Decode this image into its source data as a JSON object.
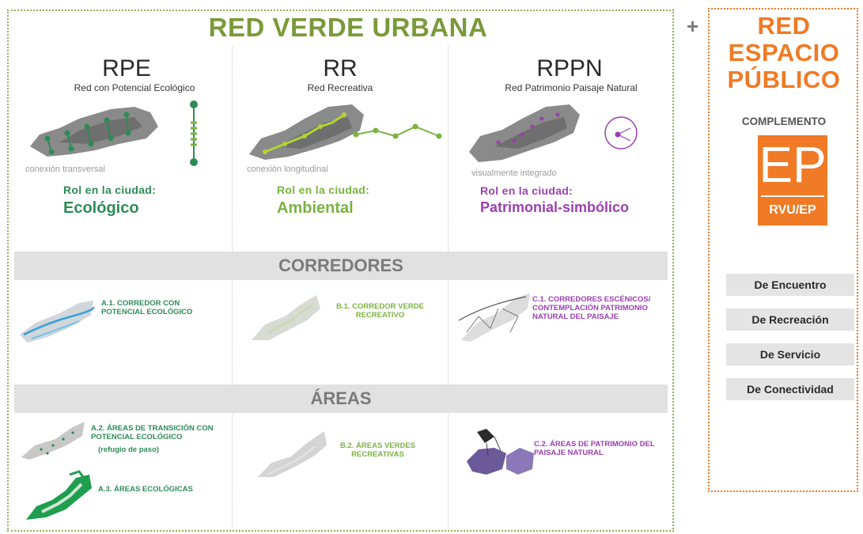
{
  "main": {
    "title": "RED VERDE URBANA",
    "plus": "+",
    "columns": [
      {
        "abbr": "RPE",
        "subtitle": "Red con Potencial Ecológico",
        "caption": "conexión transversal",
        "rol_label": "Rol en la ciudad:",
        "rol_value": "Ecológico",
        "color": "#2e8b57"
      },
      {
        "abbr": "RR",
        "subtitle": "Red Recreativa",
        "caption": "conexión longitudinal",
        "rol_label": "Rol en la ciudad:",
        "rol_value": "Ambiental",
        "color": "#7ab342"
      },
      {
        "abbr": "RPPN",
        "subtitle": "Red Patrimonio Paisaje Natural",
        "caption": "visualmente integrado",
        "rol_label": "Rol en la ciudad:",
        "rol_value": "Patrimonial-simbólico",
        "color": "#9b3fb0"
      }
    ],
    "corredores": {
      "heading": "CORREDORES",
      "items": [
        {
          "label": "a.1. CORREDOR CON POTENCIAL ECOLÓGICO"
        },
        {
          "label": "b.1. CORREDOR VERDE RECREATIVO"
        },
        {
          "label": "c.1. CORREDORES ESCÉNICOS/ CONTEMPLACIÓN PATRIMONIO NATURAL DEL PAISAJE"
        }
      ]
    },
    "areas": {
      "heading": "ÁREAS",
      "items": [
        {
          "label": "a.2. ÁREAS DE TRANSICIÓN CON POTENCIAL ECOLÓGICO",
          "note": "(refugio de paso)"
        },
        {
          "label": "b.2. ÁREAS VERDES RECREATIVAS"
        },
        {
          "label": "c.2. ÁREAS DE PATRIMONIO DEL PAISAJE NATURAL"
        },
        {
          "label": "a.3. ÁREAS ECOLÓGICAS"
        }
      ]
    }
  },
  "ep": {
    "title_line1": "RED",
    "title_line2": "ESPACIO",
    "title_line3": "PÚBLICO",
    "complemento": "COMPLEMENTO",
    "logo_big": "EP",
    "logo_small": "RVU/EP",
    "buttons": [
      "De Encuentro",
      "De Recreación",
      "De Servicio",
      "De Conectividad"
    ]
  },
  "colors": {
    "title_green": "#7a9a3a",
    "ecologico": "#2e8b57",
    "ambiental": "#7ab342",
    "patrimonial": "#9b3fb0",
    "orange": "#f07a25"
  }
}
